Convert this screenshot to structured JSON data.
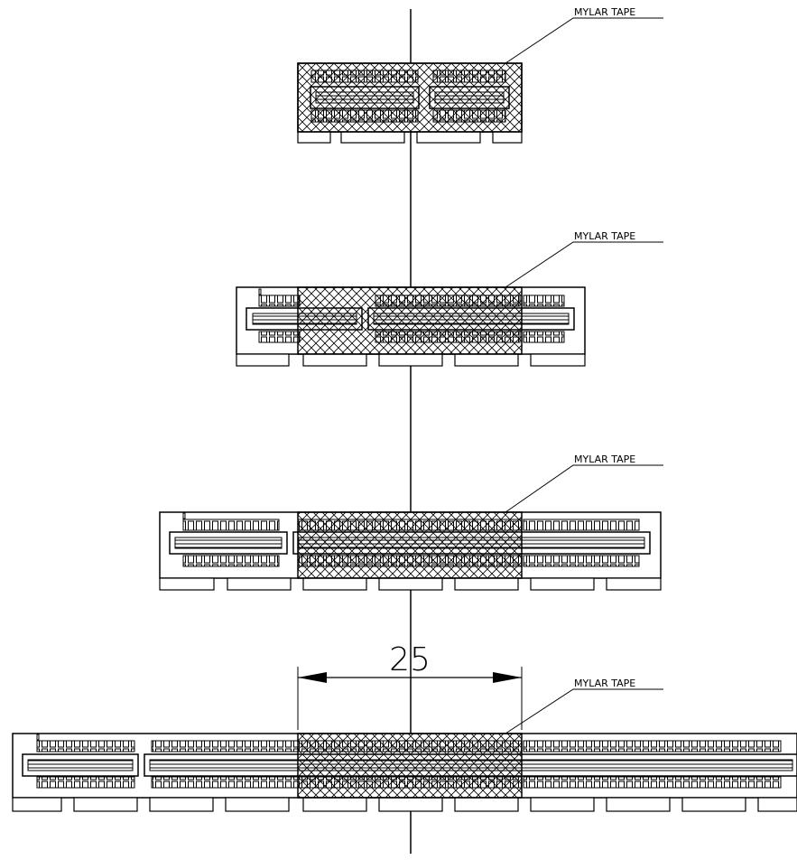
{
  "labels": {
    "tape_1": "MYLAR TAPE",
    "tape_2": "MYLAR TAPE",
    "tape_3": "MYLAR TAPE",
    "tape_4": "MYLAR TAPE"
  },
  "dimension": {
    "value": "25"
  },
  "colors": {
    "line": "#000000",
    "background": "#ffffff"
  }
}
